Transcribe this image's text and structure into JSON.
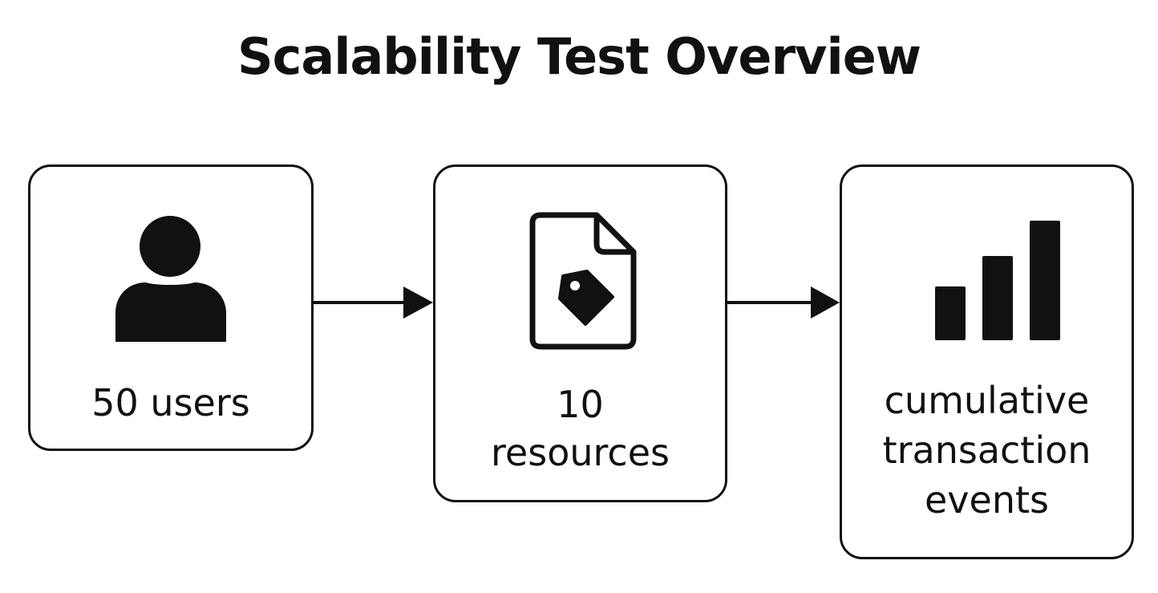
{
  "title": "Scalability Test Overview",
  "steps": [
    {
      "icon": "user-icon",
      "label_lines": [
        "50 users"
      ]
    },
    {
      "icon": "tagged-document-icon",
      "label_lines": [
        "10",
        "resources"
      ]
    },
    {
      "icon": "bar-chart-icon",
      "label_lines": [
        "cumulative",
        "transaction",
        "events"
      ]
    }
  ],
  "colors": {
    "ink": "#111111",
    "background": "#ffffff"
  }
}
